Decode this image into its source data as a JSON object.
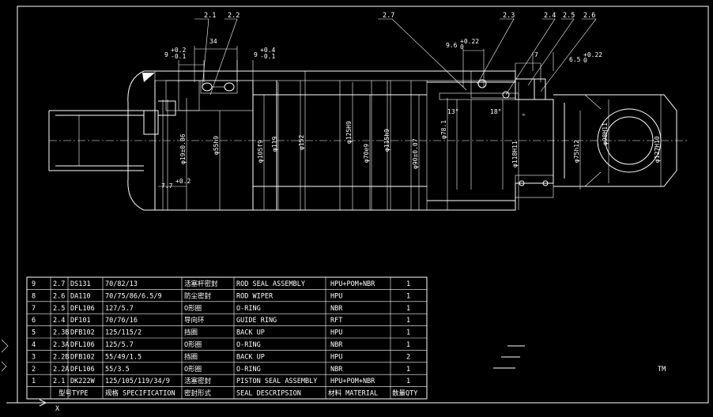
{
  "part_labels": [
    "2.1",
    "2.2",
    "2.7",
    "2.3",
    "2.4",
    "2.5",
    "2.6"
  ],
  "dimensions": {
    "d19": "φ19±0.06",
    "d55": "φ55h9",
    "d105": "φ105f9",
    "d119": "φ119",
    "d152": "φ152",
    "d125": "φ125H9",
    "d70": "φ70e9",
    "d115": "φ115h9",
    "d90": "φ90±0.07",
    "d78": "φ78.1",
    "d118": "φ118H11",
    "d75": "φ75h12",
    "d98": "φ98H11",
    "d127": "φ127H10",
    "w34": "34",
    "t9a": "9",
    "t9b": "9",
    "t96": "9.6",
    "t7": "7",
    "t65": "6.5",
    "t77": "7.7",
    "a1": "13°",
    "a2": "18°",
    "a3": "°",
    "tol_plus": "+0.2",
    "tol_plus2": "+0.4",
    "tol_minus": "-0.1",
    "tol_a": "+0.22",
    "tol_b": "0"
  },
  "bom": {
    "rows": [
      {
        "no": "9",
        "item": "2.7",
        "type": "DS131",
        "spec": "70/82/13",
        "seal_cn": "活塞杆密封",
        "desc": "ROD SEAL ASSEMBLY",
        "mat": "HPU+POM+NBR",
        "qty": "1"
      },
      {
        "no": "8",
        "item": "2.6",
        "type": "DA110",
        "spec": "70/75/86/6.5/9",
        "seal_cn": "防尘密封",
        "desc": "ROD WIPER",
        "mat": "HPU",
        "qty": "1"
      },
      {
        "no": "7",
        "item": "2.5",
        "type": "DFL106",
        "spec": "127/5.7",
        "seal_cn": "O形圈",
        "desc": "O-RING",
        "mat": "NBR",
        "qty": "1"
      },
      {
        "no": "6",
        "item": "2.4",
        "type": "DF101",
        "spec": "70/76/16",
        "seal_cn": "导向环",
        "desc": "GUIDE RING",
        "mat": "RFT",
        "qty": "1"
      },
      {
        "no": "5",
        "item": "2.3B",
        "type": "DFB102",
        "spec": "125/115/2",
        "seal_cn": "挡圈",
        "desc": "BACK UP",
        "mat": "HPU",
        "qty": "1"
      },
      {
        "no": "4",
        "item": "2.3A",
        "type": "DFL106",
        "spec": "125/5.7",
        "seal_cn": "O形圈",
        "desc": "O-RING",
        "mat": "NBR",
        "qty": "1"
      },
      {
        "no": "3",
        "item": "2.2B",
        "type": "DFB102",
        "spec": "55/49/1.5",
        "seal_cn": "挡圈",
        "desc": "BACK UP",
        "mat": "HPU",
        "qty": "2"
      },
      {
        "no": "2",
        "item": "2.2A",
        "type": "DFL106",
        "spec": "55/3.5",
        "seal_cn": "O形圈",
        "desc": "O-RING",
        "mat": "NBR",
        "qty": "1"
      },
      {
        "no": "1",
        "item": "2.1",
        "type": "DK222W",
        "spec": "125/105/119/34/9",
        "seal_cn": "活塞密封",
        "desc": "PISTON SEAL ASSEMBLY",
        "mat": "HPU+POM+NBR",
        "qty": "1"
      }
    ],
    "header": {
      "type": "型号TYPE",
      "spec": "规格 SPECIFICATION",
      "seal_cn": "密封形式",
      "desc": "SEAL DESCRIPSION",
      "mat": "材料 MATERIAL",
      "qty": "数量QTY"
    }
  },
  "tm_mark": "TM",
  "ucs": {
    "x": "X"
  }
}
